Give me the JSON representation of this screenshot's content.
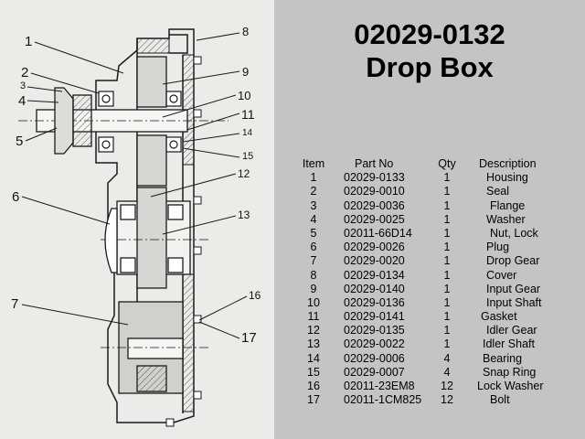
{
  "title": {
    "part_number": "02029-0132",
    "product": "Drop Box"
  },
  "table": {
    "headers": {
      "item": "Item",
      "part_no": "Part No",
      "qty": "Qty",
      "description": "Description"
    },
    "rows": [
      {
        "item": "1",
        "part_no": "02029-0133",
        "qty": "1",
        "description": "Housing"
      },
      {
        "item": "2",
        "part_no": "02029-0010",
        "qty": "1",
        "description": "Seal"
      },
      {
        "item": "3",
        "part_no": "02029-0036",
        "qty": "1",
        "description": "Flange"
      },
      {
        "item": "4",
        "part_no": "02029-0025",
        "qty": "1",
        "description": "Washer"
      },
      {
        "item": "5",
        "part_no": "02011-66D14",
        "qty": "1",
        "description": "Nut, Lock"
      },
      {
        "item": "6",
        "part_no": "02029-0026",
        "qty": "1",
        "description": "Plug"
      },
      {
        "item": "7",
        "part_no": "02029-0020",
        "qty": "1",
        "description": "Drop Gear"
      },
      {
        "item": "8",
        "part_no": "02029-0134",
        "qty": "1",
        "description": "Cover"
      },
      {
        "item": "9",
        "part_no": "02029-0140",
        "qty": "1",
        "description": "Input Gear"
      },
      {
        "item": "10",
        "part_no": "02029-0136",
        "qty": "1",
        "description": "Input Shaft"
      },
      {
        "item": "11",
        "part_no": "02029-0141",
        "qty": "1",
        "description": "Gasket"
      },
      {
        "item": "12",
        "part_no": "02029-0135",
        "qty": "1",
        "description": "Idler Gear"
      },
      {
        "item": "13",
        "part_no": "02029-0022",
        "qty": "1",
        "description": "Idler Shaft"
      },
      {
        "item": "14",
        "part_no": "02029-0006",
        "qty": "4",
        "description": "Bearing"
      },
      {
        "item": "15",
        "part_no": "02029-0007",
        "qty": "4",
        "description": "Snap Ring"
      },
      {
        "item": "16",
        "part_no": "02011-23EM8",
        "qty": "12",
        "description": "Lock Washer"
      },
      {
        "item": "17",
        "part_no": "02011-1CM825",
        "qty": "12",
        "description": "Bolt"
      }
    ]
  },
  "diagram": {
    "callouts": [
      "1",
      "2",
      "3",
      "4",
      "5",
      "6",
      "7",
      "8",
      "9",
      "10",
      "11",
      "12",
      "13",
      "14",
      "15",
      "16",
      "17"
    ]
  },
  "colors": {
    "right_background": "#c4c4c4",
    "diagram_paper": "#ebebea",
    "ink": "#1a1a1a"
  }
}
